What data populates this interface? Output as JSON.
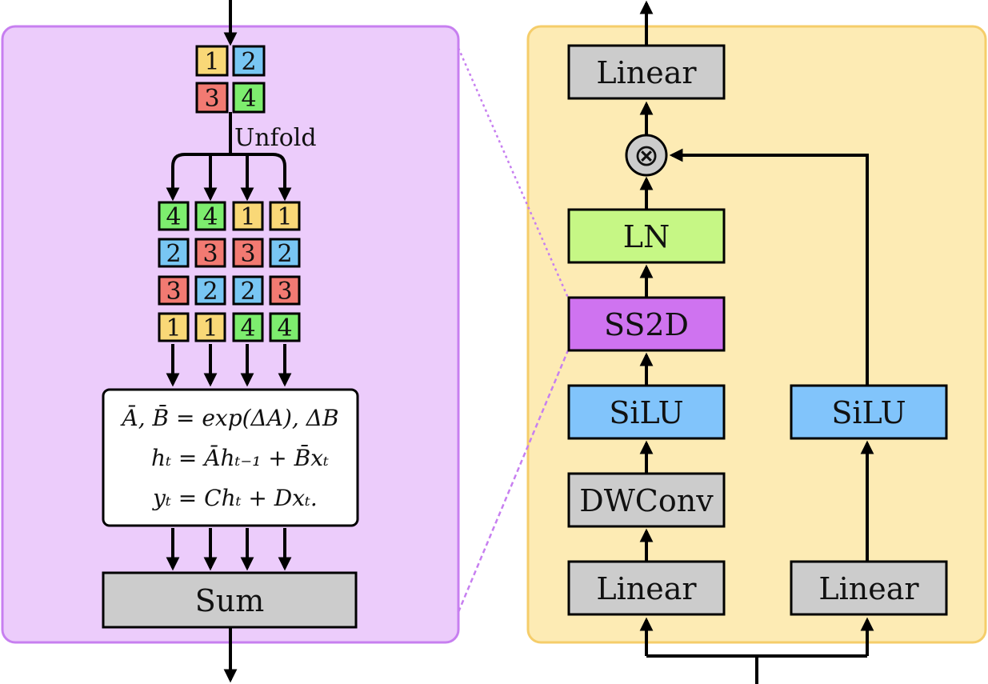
{
  "colors": {
    "left_panel_fill": "#ecccfb",
    "left_panel_border": "#c77ff0",
    "right_panel_fill": "#fdebb4",
    "right_panel_border": "#f5cd6a",
    "gray_box": "#cccccc",
    "green_box": "#c6f785",
    "purple_box": "#cf73f0",
    "blue_box": "#81c4fb",
    "cell_1_yellow": "#f9d877",
    "cell_2_blue": "#78c6f3",
    "cell_3_red": "#f27a72",
    "cell_4_green": "#7ded6e",
    "dotted_link": "#c77ff0"
  },
  "left_panel": {
    "input_grid": [
      "1",
      "2",
      "3",
      "4"
    ],
    "unfold_label": "Unfold",
    "unfolded_columns": [
      [
        "4",
        "2",
        "3",
        "1"
      ],
      [
        "4",
        "3",
        "2",
        "1"
      ],
      [
        "1",
        "3",
        "2",
        "4"
      ],
      [
        "1",
        "2",
        "3",
        "4"
      ]
    ],
    "equations": [
      "Ā, B̄ = exp(ΔA), ΔB",
      "hₜ = Āhₜ₋₁ + B̄xₜ",
      "yₜ = Chₜ + Dxₜ."
    ],
    "sum_label": "Sum"
  },
  "right_panel": {
    "main_branch": [
      "Linear",
      "DWConv",
      "SiLU",
      "SS2D",
      "LN",
      "Linear"
    ],
    "gate_branch": [
      "Linear",
      "SiLU"
    ],
    "multiply_symbol": "⊗"
  }
}
